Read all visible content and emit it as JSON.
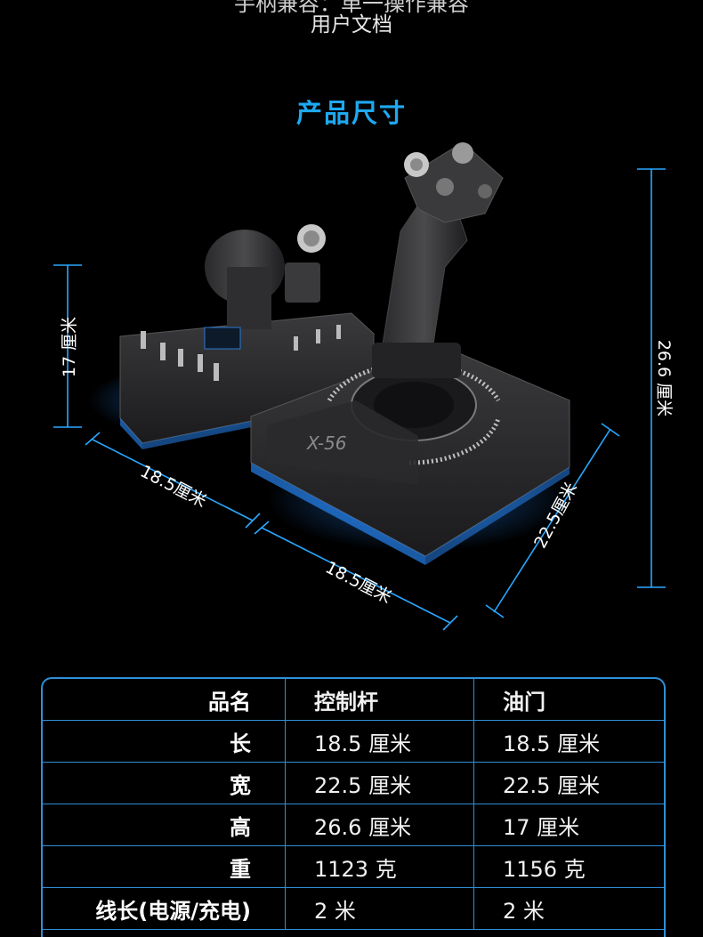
{
  "header": {
    "partial_line": "手柄兼容：单一操作兼容",
    "subtitle": "用户文档"
  },
  "section_title": "产品尺寸",
  "dimensions": {
    "height_throttle": "17 厘米",
    "length_throttle": "18.5厘米",
    "length_stick": "18.5厘米",
    "width_stick": "22.5厘米",
    "height_stick": "26.6 厘米",
    "brand_plate_text": "X-56"
  },
  "colors": {
    "accent": "#1ea9f0",
    "table_border": "#2f8fd8",
    "glow": "#2a8cff"
  },
  "table": {
    "header": {
      "name": "品名",
      "col1": "控制杆",
      "col2": "油门"
    },
    "rows": [
      {
        "name": "长",
        "col1": "18.5 厘米",
        "col2": "18.5 厘米"
      },
      {
        "name": "宽",
        "col1": "22.5 厘米",
        "col2": "22.5 厘米"
      },
      {
        "name": "高",
        "col1": "26.6 厘米",
        "col2": "17 厘米"
      },
      {
        "name": "重",
        "col1": "1123 克",
        "col2": "1156 克"
      },
      {
        "name": "线长(电源/充电)",
        "col1": "2 米",
        "col2": "2 米"
      }
    ]
  }
}
